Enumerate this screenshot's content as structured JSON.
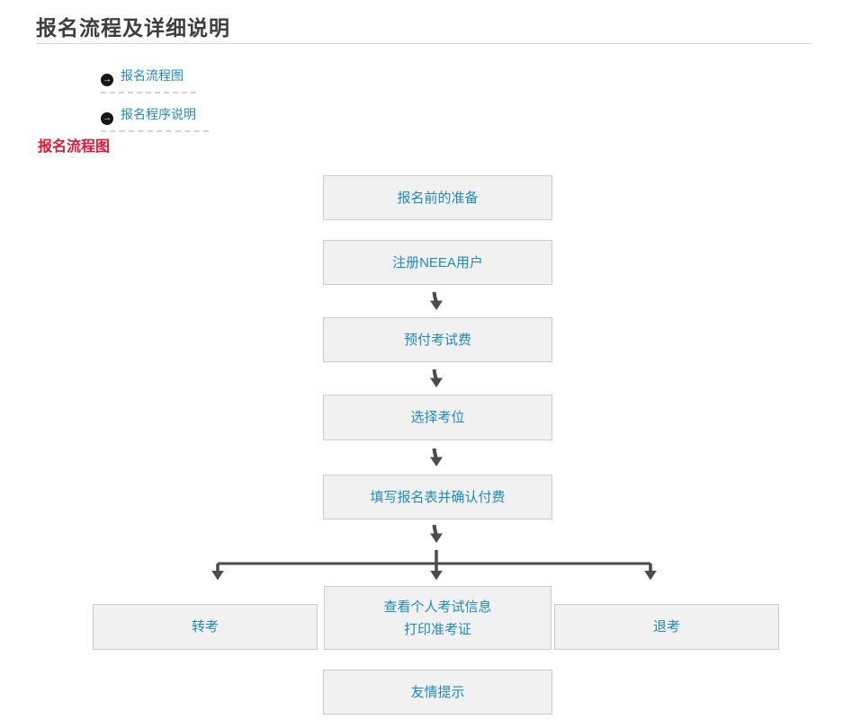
{
  "page": {
    "title": "报名流程及详细说明"
  },
  "toc": {
    "icon_glyph": "→",
    "items": [
      {
        "label": "报名流程图"
      },
      {
        "label": "报名程序说明"
      }
    ]
  },
  "section": {
    "heading": "报名流程图"
  },
  "flowchart": {
    "steps": [
      {
        "label": "报名前的准备"
      },
      {
        "label": "注册NEEA用户"
      },
      {
        "label": "预付考试费"
      },
      {
        "label": "选择考位"
      },
      {
        "label": "填写报名表并确认付费"
      }
    ],
    "branches": {
      "left": {
        "label": "转考"
      },
      "center": {
        "line1": "查看个人考试信息",
        "line2": "打印准考证"
      },
      "right": {
        "label": "退考"
      }
    },
    "note": {
      "label": "友情提示"
    }
  },
  "colors": {
    "link_blue": "#1e8bc3",
    "heading_red": "#df1837",
    "arrow_gray": "#4b4b50",
    "box_bg": "#f1f1f1",
    "box_border": "#cbcbcb"
  }
}
